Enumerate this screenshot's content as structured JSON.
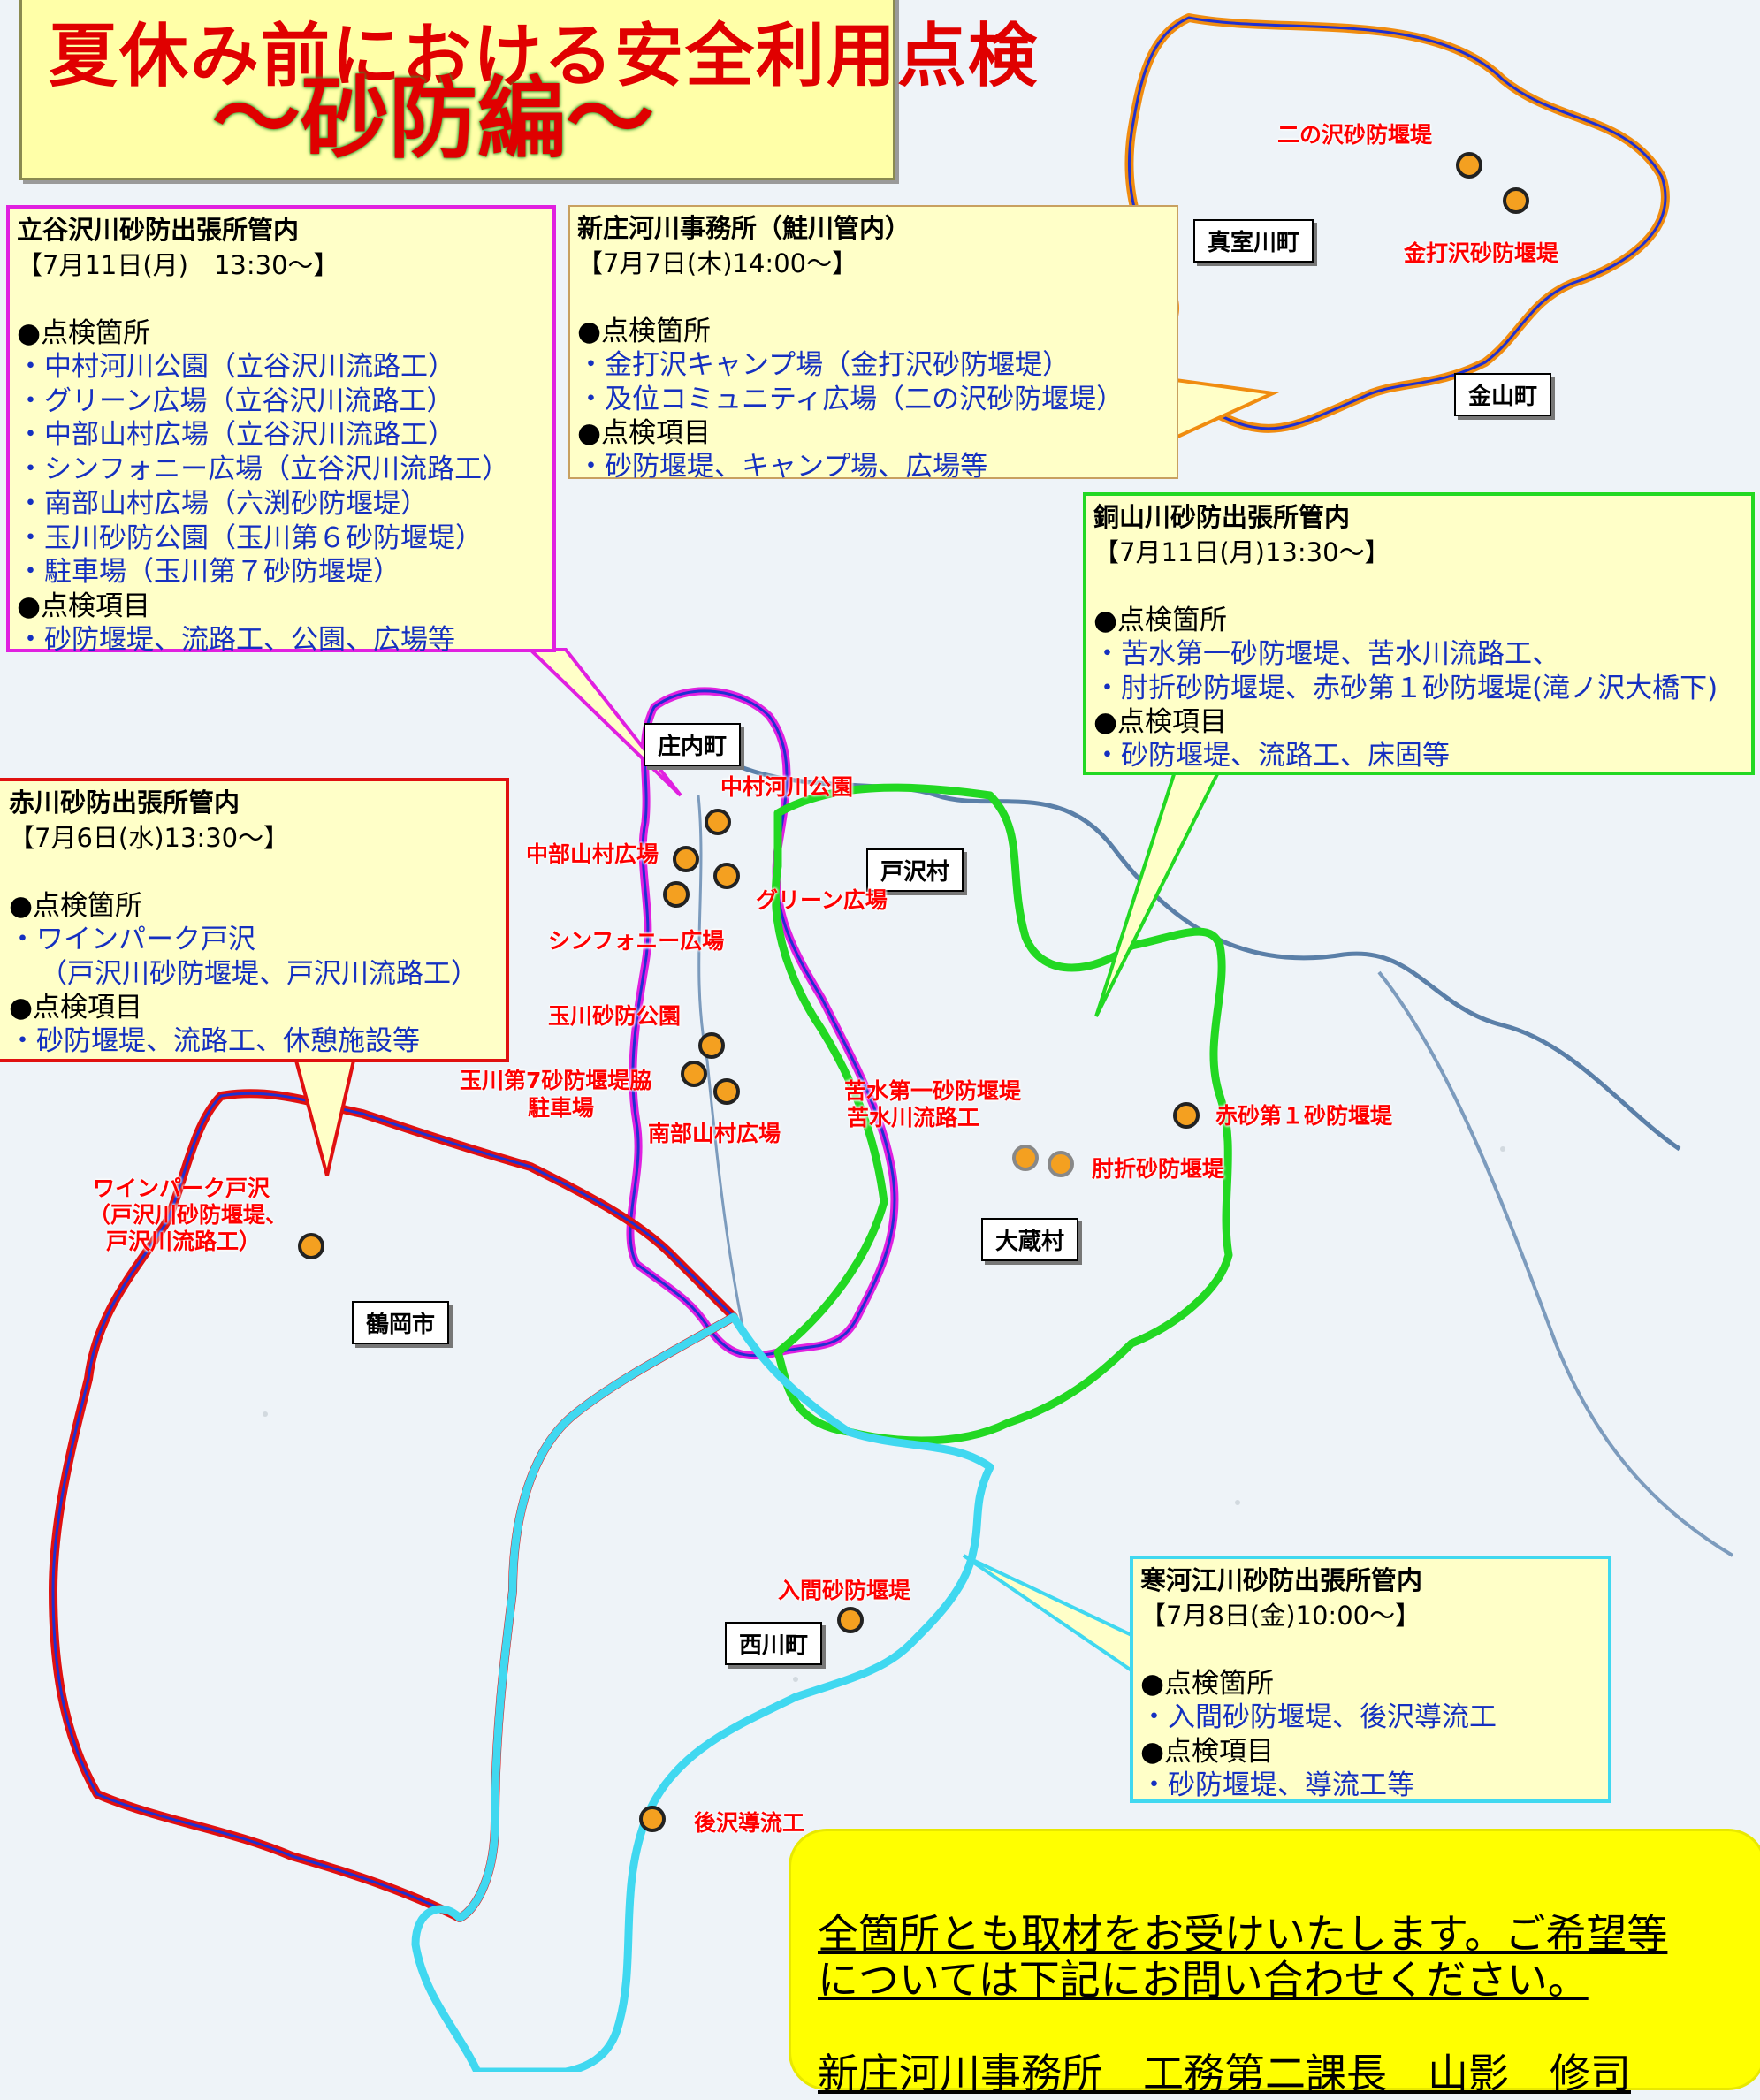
{
  "title": {
    "line1": "夏休み前における安全利用点検",
    "line2": "〜砂防編〜"
  },
  "callouts": {
    "tachiyazawa": {
      "header": "立谷沢川砂防出張所管内",
      "date": "【7月11日(月)　13:30〜】",
      "sites_heading": "●点検箇所",
      "sites": [
        "・中村河川公園（立谷沢川流路工）",
        "・グリーン広場（立谷沢川流路工）",
        "・中部山村広場（立谷沢川流路工）",
        "・シンフォニー広場（立谷沢川流路工）",
        "・南部山村広場（六渕砂防堰堤）",
        "・玉川砂防公園（玉川第６砂防堰堤）",
        "・駐車場（玉川第７砂防堰堤）"
      ],
      "items_heading": "●点検項目",
      "items": [
        "・砂防堰堤、流路工、公園、広場等"
      ]
    },
    "shinjo": {
      "header": "新庄河川事務所（鮭川管内）",
      "date": "【7月7日(木)14:00〜】",
      "sites_heading": "●点検箇所",
      "sites": [
        "・金打沢キャンプ場（金打沢砂防堰堤）",
        "・及位コミュニティ広場（二の沢砂防堰堤）"
      ],
      "items_heading": "●点検項目",
      "items": [
        "・砂防堰堤、キャンプ場、広場等"
      ]
    },
    "dozan": {
      "header": "銅山川砂防出張所管内",
      "date": "【7月11日(月)13:30〜】",
      "sites_heading": "●点検箇所",
      "sites": [
        "・苦水第一砂防堰堤、苦水川流路工、",
        "・肘折砂防堰堤、赤砂第１砂防堰堤(滝ノ沢大橋下)"
      ],
      "items_heading": "●点検項目",
      "items": [
        "・砂防堰堤、流路工、床固等"
      ]
    },
    "akagawa": {
      "header": "赤川砂防出張所管内",
      "date": "【7月6日(水)13:30〜】",
      "sites_heading": "●点検箇所",
      "sites": [
        "・ワインパーク戸沢",
        "（戸沢川砂防堰堤、戸沢川流路工）"
      ],
      "items_heading": "●点検項目",
      "items": [
        "・砂防堰堤、流路工、休憩施設等"
      ]
    },
    "sagae": {
      "header": "寒河江川砂防出張所管内",
      "date": "【7月8日(金)10:00〜】",
      "sites_heading": "●点検箇所",
      "sites": [
        "・入間砂防堰堤、後沢導流工"
      ],
      "items_heading": "●点検項目",
      "items": [
        "・砂防堰堤、導流工等"
      ]
    }
  },
  "municipalities": {
    "mamurogawa": "真室川町",
    "kaneyama": "金山町",
    "shonai": "庄内町",
    "tozawa": "戸沢村",
    "okura": "大蔵村",
    "tsuruoka": "鶴岡市",
    "nishikawa": "西川町"
  },
  "sites": {
    "ninosawa": "二の沢砂防堰堤",
    "kanauchizawa": "金打沢砂防堰堤",
    "nakamura": "中村河川公園",
    "chubu": "中部山村広場",
    "green": "グリーン広場",
    "symphony": "シンフォニー広場",
    "tamagawa": "玉川砂防公園",
    "tamagawa7_a": "玉川第7砂防堰堤脇",
    "tamagawa7_b": "駐車場",
    "nanbu": "南部山村広場",
    "nigamizu_a": "苦水第一砂防堰堤",
    "nigamizu_b": "苦水川流路工",
    "akasuna": "赤砂第１砂防堰堤",
    "hijiori": "肘折砂防堰堤",
    "wine_a": "ワインパーク戸沢",
    "wine_b": "（戸沢川砂防堰堤、",
    "wine_c": "戸沢川流路工）",
    "iruma": "入間砂防堰堤",
    "ushirosawa": "後沢導流工"
  },
  "contact": {
    "line1": "全箇所とも取材をお受けいたします。ご希望等",
    "line2": "については下記にお問い合わせください。",
    "line3": "新庄河川事務所　工務第二課長　山影　修司"
  },
  "colors": {
    "tachiyazawa": "#e020e0",
    "shinjo": "#f08c10",
    "dozan": "#22d822",
    "akagawa": "#e01010",
    "sagae": "#40d8f0",
    "callout_fill": "#ffffc8",
    "contact_fill": "#ffff00"
  }
}
